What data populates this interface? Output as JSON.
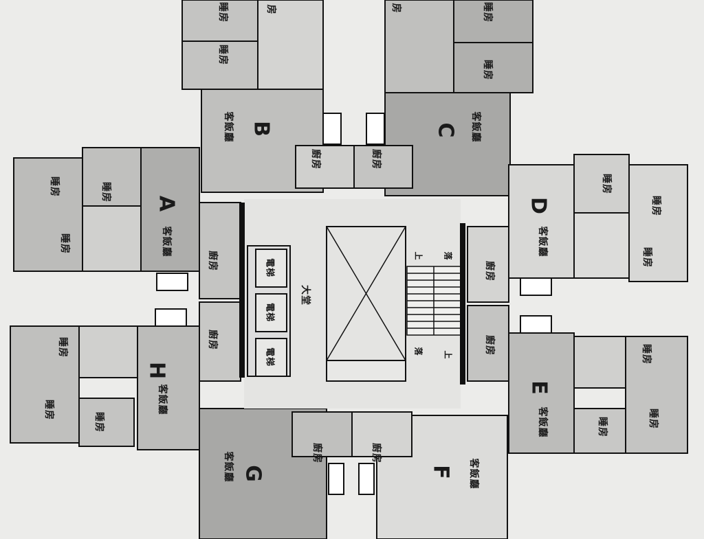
{
  "labels": {
    "bedroom": "睡房",
    "living_dining": "客飯廳",
    "kitchen": "廚房",
    "lift": "電梯",
    "lobby": "大堂",
    "up": "上",
    "down": "落",
    "partial_room": "房"
  },
  "units": {
    "A": "A",
    "B": "B",
    "C": "C",
    "D": "D",
    "E": "E",
    "F": "F",
    "G": "G",
    "H": "H"
  },
  "colors": {
    "background": "#ececea",
    "unit_light": "#c4c4c2",
    "unit_dark": "#acacaa",
    "core": "#e4e4e2",
    "wall": "#111111"
  }
}
